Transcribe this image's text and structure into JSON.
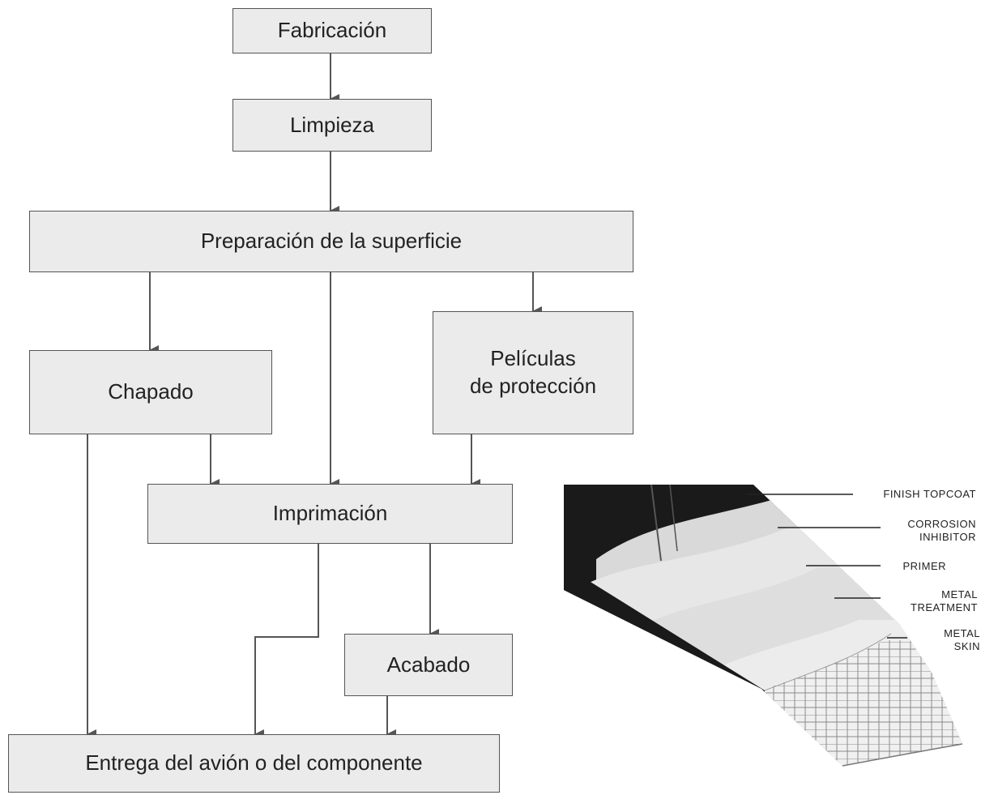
{
  "flowchart": {
    "fabricacion": "Fabricación",
    "limpieza": "Limpieza",
    "preparacion": "Preparación de la superficie",
    "chapado": "Chapado",
    "peliculas": "Películas\nde protección",
    "imprimacion": "Imprimación",
    "acabado": "Acabado",
    "entrega": "Entrega del avión o del componente"
  },
  "wing_illustration": {
    "layers": {
      "finish_topcoat": "FINISH TOPCOAT",
      "corrosion_inhibitor": "CORROSION\nINHIBITOR",
      "primer": "PRIMER",
      "metal_treatment": "METAL\nTREATMENT",
      "metal_skin": "METAL\nSKIN"
    }
  },
  "colors": {
    "box_fill": "#ebebeb",
    "box_border": "#555555",
    "arrow": "#555555",
    "topcoat": "#1a1a1a"
  }
}
